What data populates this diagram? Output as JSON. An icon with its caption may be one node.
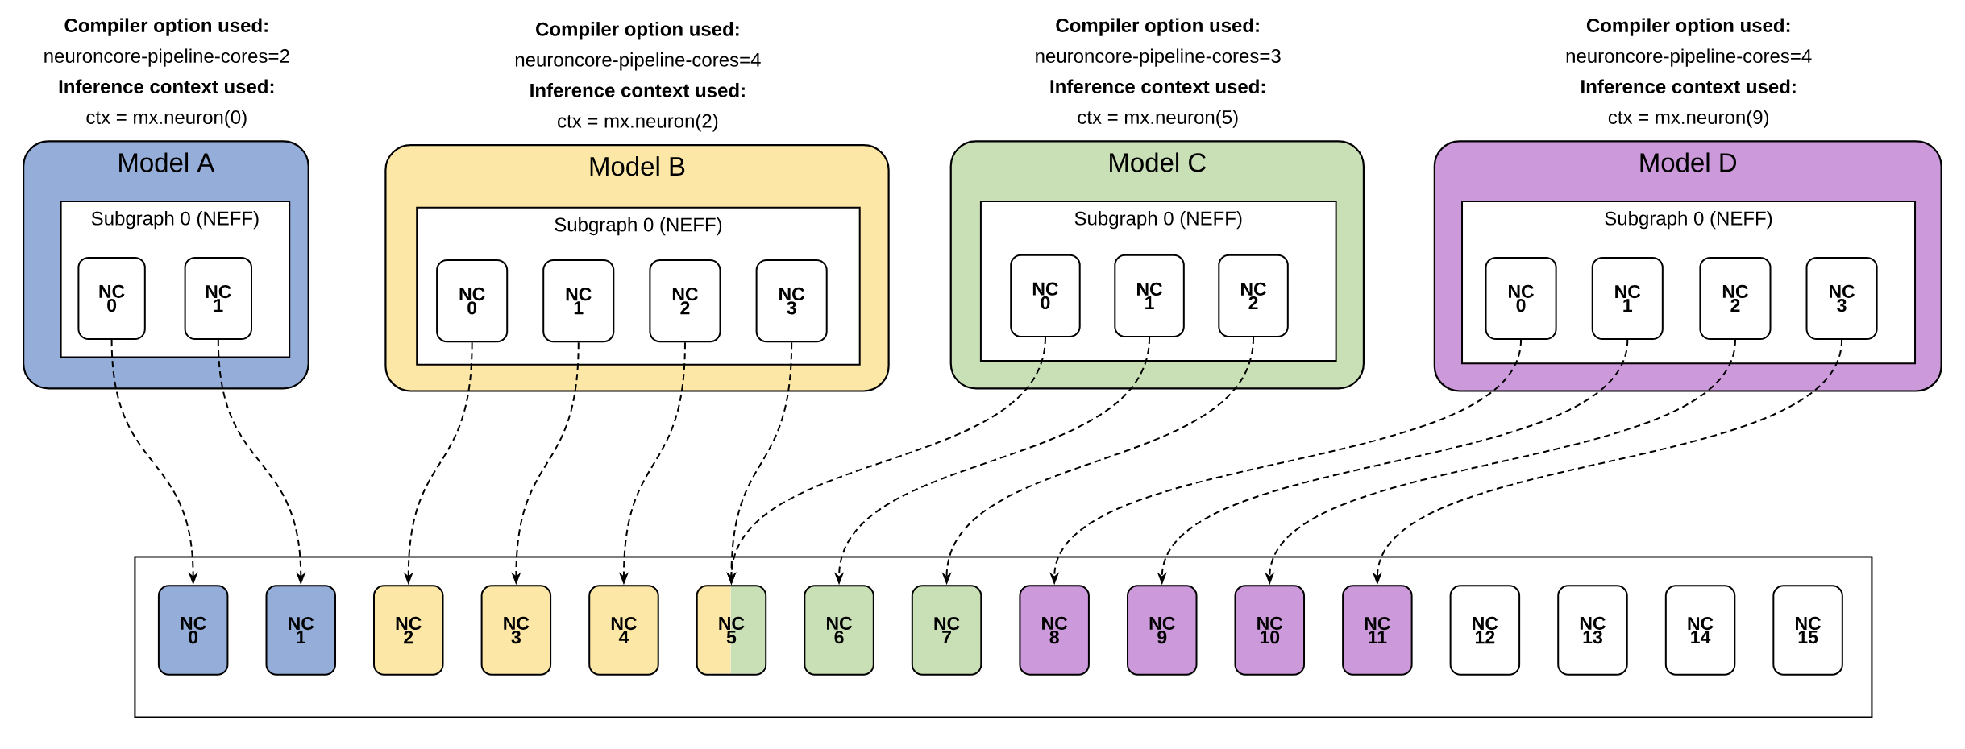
{
  "diagram": {
    "nodes": [
      {
        "text": [
          "Model A"
        ],
        "beside": [
          "Compiler option used:",
          "neuroncore-pipeline-cores=2",
          "Inference context used:",
          "ctx = mx.neuron(0)"
        ]
      },
      {
        "text": [
          "Subgraph 0 (NEFF)"
        ],
        "in": 0
      },
      {
        "text": [
          "NC 0"
        ],
        "in": 1
      },
      {
        "text": [
          "NC 1"
        ],
        "in": 1
      },
      {
        "text": [
          "Model B"
        ],
        "beside": [
          "Compiler option used:",
          "neuroncore-pipeline-cores=4",
          "Inference context used:",
          "ctx = mx.neuron(2)"
        ]
      },
      {
        "text": [
          "Subgraph 0 (NEFF)"
        ],
        "in": 4
      },
      {
        "text": [
          "NC 0"
        ],
        "in": 5
      },
      {
        "text": [
          "NC 1"
        ],
        "in": 5
      },
      {
        "text": [
          "NC 2"
        ],
        "in": 5
      },
      {
        "text": [
          "NC 3"
        ],
        "in": 5
      },
      {
        "text": [
          "Model C"
        ],
        "beside": [
          "Compiler option used:",
          "neuroncore-pipeline-cores=3",
          "Inference context used:",
          "ctx = mx.neuron(5)"
        ]
      },
      {
        "text": [
          "Subgraph 0 (NEFF)"
        ],
        "in": 10
      },
      {
        "text": [
          "NC 0"
        ],
        "in": 11
      },
      {
        "text": [
          "NC 1"
        ],
        "in": 11
      },
      {
        "text": [
          "NC 2"
        ],
        "in": 11
      },
      {
        "text": [
          "Model D"
        ],
        "beside": [
          "Compiler option used:",
          "neuroncore-pipeline-cores=4",
          "Inference context used:",
          "ctx = mx.neuron(9)"
        ]
      },
      {
        "text": [
          "Subgraph 0 (NEFF)"
        ],
        "in": 15
      },
      {
        "text": [
          "NC 0"
        ],
        "in": 16
      },
      {
        "text": [
          "NC 1"
        ],
        "in": 16
      },
      {
        "text": [
          "NC 2"
        ],
        "in": 16
      },
      {
        "text": [
          "NC 3"
        ],
        "in": 16
      },
      {
        "text": [],
        "shape": "box"
      },
      {
        "text": [
          "NC 0"
        ],
        "in": 21
      },
      {
        "text": [
          "NC 1"
        ],
        "in": 21
      },
      {
        "text": [
          "NC 2"
        ],
        "in": 21
      },
      {
        "text": [
          "NC 3"
        ],
        "in": 21
      },
      {
        "text": [
          "NC 4"
        ],
        "in": 21
      },
      {
        "text": [
          "NC 5"
        ],
        "in": 21
      },
      {
        "text": [
          "NC 6"
        ],
        "in": 21
      },
      {
        "text": [
          "NC 7"
        ],
        "in": 21
      },
      {
        "text": [
          "NC 8"
        ],
        "in": 21
      },
      {
        "text": [
          "NC 9"
        ],
        "in": 21
      },
      {
        "text": [
          "NC 10"
        ],
        "in": 21
      },
      {
        "text": [
          "NC 11"
        ],
        "in": 21
      },
      {
        "text": [
          "NC 12"
        ],
        "in": 21
      },
      {
        "text": [
          "NC 13"
        ],
        "in": 21
      },
      {
        "text": [
          "NC 14"
        ],
        "in": 21
      },
      {
        "text": [
          "NC 15"
        ],
        "in": 21
      }
    ],
    "edges": [
      {
        "from": 2,
        "to": 22,
        "arrow": "to",
        "style": "dashed"
      },
      {
        "from": 3,
        "to": 23,
        "arrow": "to",
        "style": "dashed"
      },
      {
        "from": 6,
        "to": 24,
        "arrow": "to",
        "style": "dashed"
      },
      {
        "from": 7,
        "to": 25,
        "arrow": "to",
        "style": "dashed"
      },
      {
        "from": 8,
        "to": 26,
        "arrow": "to",
        "style": "dashed"
      },
      {
        "from": 9,
        "to": 27,
        "arrow": "to",
        "style": "dashed"
      },
      {
        "from": 12,
        "to": 27,
        "arrow": "to",
        "style": "dashed"
      },
      {
        "from": 13,
        "to": 28,
        "arrow": "to",
        "style": "dashed"
      },
      {
        "from": 14,
        "to": 29,
        "arrow": "to",
        "style": "dashed"
      },
      {
        "from": 17,
        "to": 30,
        "arrow": "to",
        "style": "dashed"
      },
      {
        "from": 18,
        "to": 31,
        "arrow": "to",
        "style": "dashed"
      },
      {
        "from": 19,
        "to": 32,
        "arrow": "to",
        "style": "dashed"
      },
      {
        "from": 20,
        "to": 33,
        "arrow": "to",
        "style": "dashed"
      }
    ]
  }
}
